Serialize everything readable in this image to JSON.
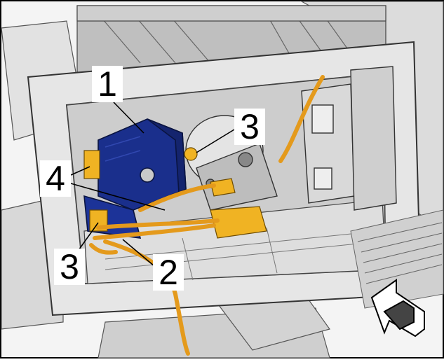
{
  "callouts": {
    "c1": "1",
    "c2": "2",
    "c3_top": "3",
    "c3_bottom": "3",
    "c4": "4"
  },
  "colors": {
    "connector_yellow": "#f0b323",
    "motor_blue": "#1a2f8c",
    "plastic_grey": "#d6d6d6",
    "outline": "#000000"
  },
  "icons": [
    "direction-of-travel-arrow-icon"
  ]
}
